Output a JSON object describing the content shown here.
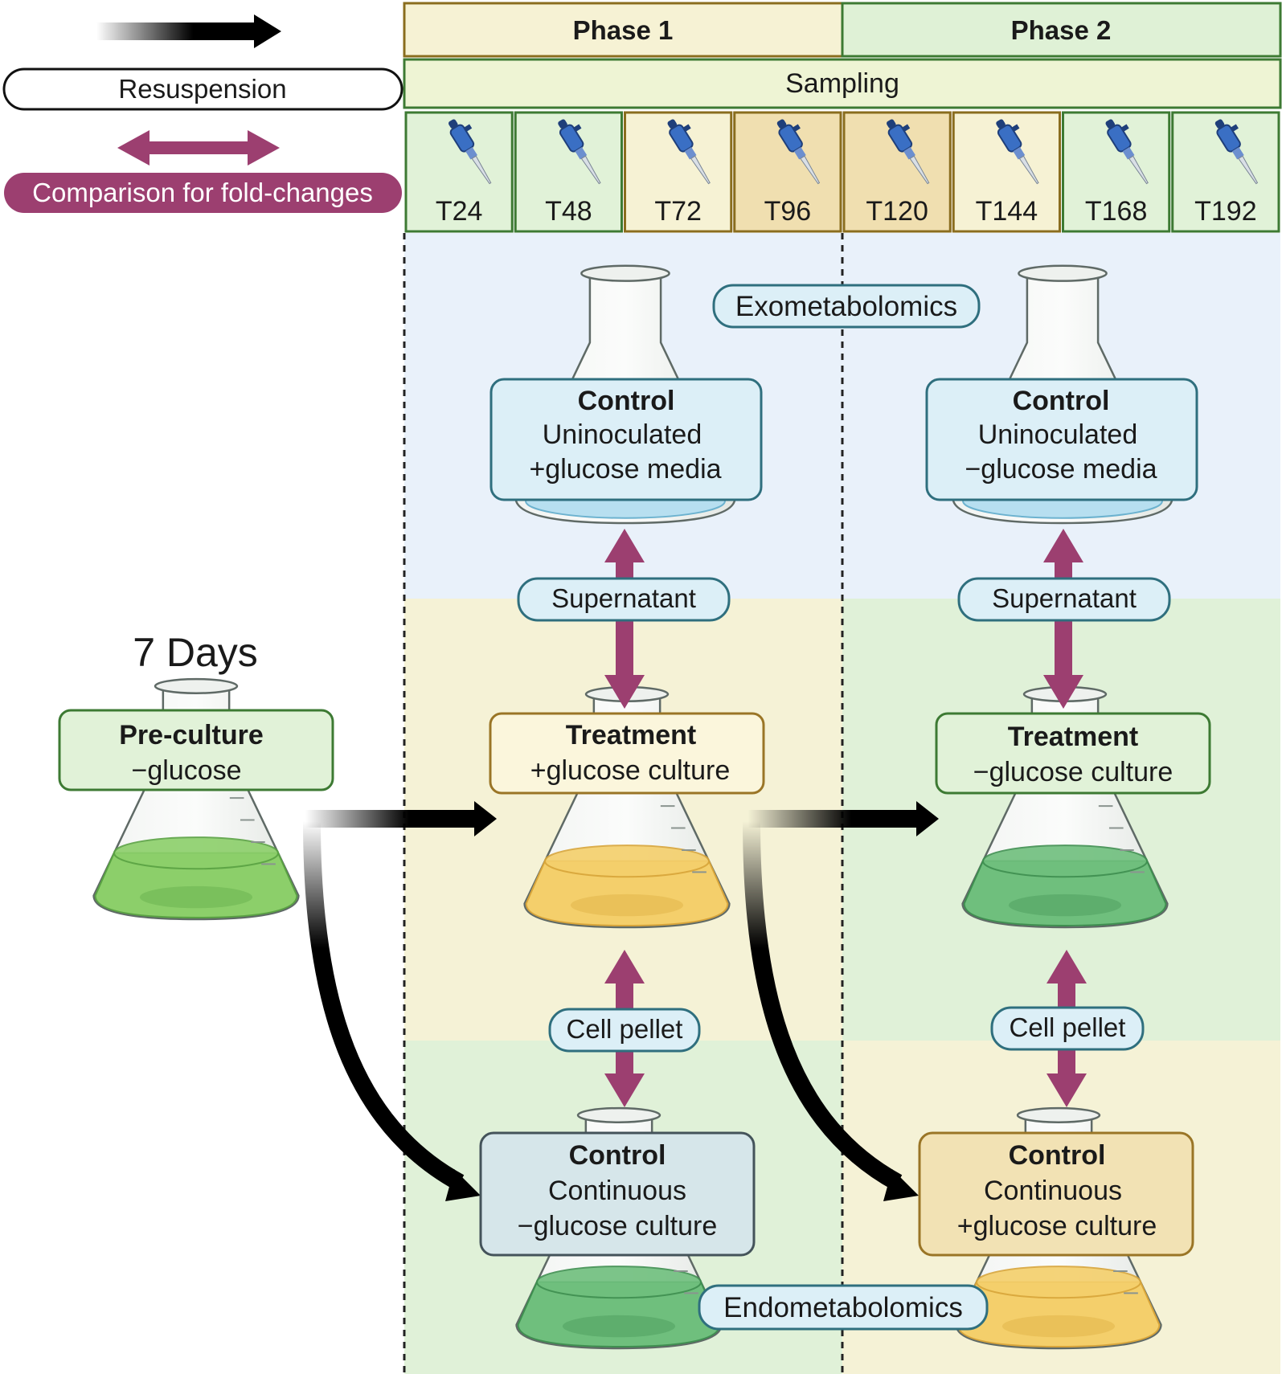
{
  "legend": {
    "resuspension": "Resuspension",
    "comparison": "Comparison for fold-changes"
  },
  "phases": {
    "phase1": "Phase 1",
    "phase2": "Phase 2"
  },
  "sampling": "Sampling",
  "timepoints": [
    "T24",
    "T48",
    "T72",
    "T96",
    "T120",
    "T144",
    "T168",
    "T192"
  ],
  "preculture": {
    "days": "7 Days",
    "title": "Pre-culture",
    "line1": "−glucose"
  },
  "phase1": {
    "control_top": {
      "title": "Control",
      "line1": "Uninoculated",
      "line2": "+glucose media"
    },
    "treatment": {
      "title": "Treatment",
      "line1": "+glucose culture"
    },
    "control_bottom": {
      "title": "Control",
      "line1": "Continuous",
      "line2": "−glucose culture"
    }
  },
  "phase2": {
    "control_top": {
      "title": "Control",
      "line1": "Uninoculated",
      "line2": "−glucose media"
    },
    "treatment": {
      "title": "Treatment",
      "line1": "−glucose culture"
    },
    "control_bottom": {
      "title": "Control",
      "line1": "Continuous",
      "line2": "+glucose culture"
    }
  },
  "labels": {
    "exometabolomics": "Exometabolomics",
    "endometabolomics": "Endometabolomics",
    "supernatant": "Supernatant",
    "cell_pellet": "Cell pellet"
  },
  "colors": {
    "blue_band": "#e9f1fa",
    "yellow_band": "#f5f2d6",
    "green_band": "#e0f1d8",
    "arrow_purple": "#9c3f70",
    "box_blue": "#dceff7",
    "box_teal_border": "#2f6f7e",
    "box_yellow": "#fbf6dc",
    "box_orange_border": "#9a7526",
    "box_green": "#e1f2d8",
    "box_green_border": "#3d7a33"
  }
}
